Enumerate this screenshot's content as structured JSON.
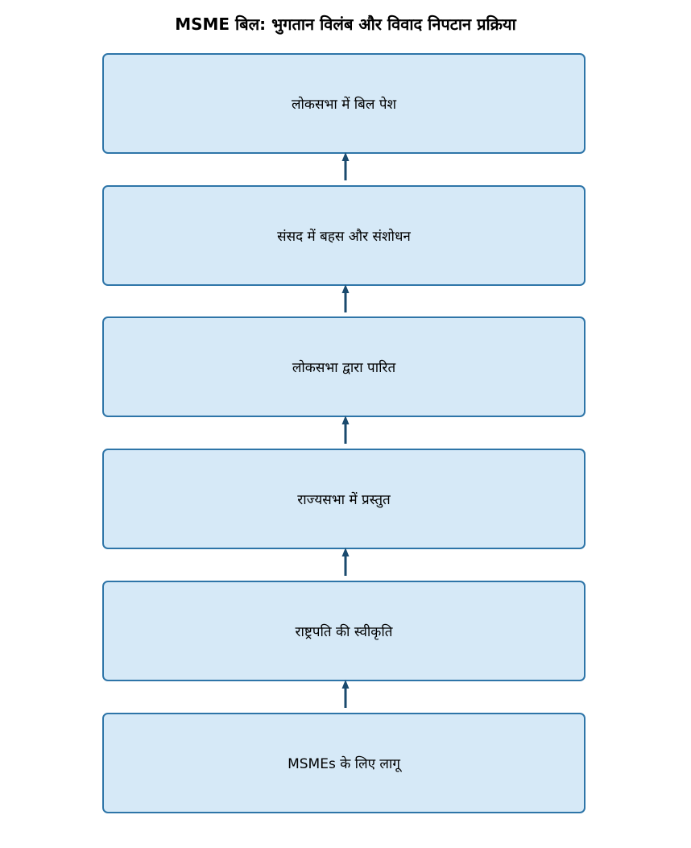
{
  "title": "MSME बिल: भुगतान विलंब और विवाद निपटान प्रक्रिया",
  "colors": {
    "box_fill": "#d6e9f7",
    "box_border": "#2e75a8",
    "arrow": "#1a4a6e"
  },
  "steps": [
    {
      "label": "लोकसभा में बिल पेश"
    },
    {
      "label": "संसद में बहस और संशोधन"
    },
    {
      "label": "लोकसभा द्वारा पारित"
    },
    {
      "label": "राज्यसभा में प्रस्तुत"
    },
    {
      "label": "राष्ट्रपति की स्वीकृति"
    },
    {
      "label": "MSMEs के लिए लागू"
    }
  ],
  "connectors": [
    {
      "from": 1,
      "to": 0,
      "direction": "up"
    },
    {
      "from": 2,
      "to": 1,
      "direction": "up"
    },
    {
      "from": 3,
      "to": 2,
      "direction": "up"
    },
    {
      "from": 4,
      "to": 3,
      "direction": "up"
    },
    {
      "from": 5,
      "to": 4,
      "direction": "up"
    }
  ]
}
